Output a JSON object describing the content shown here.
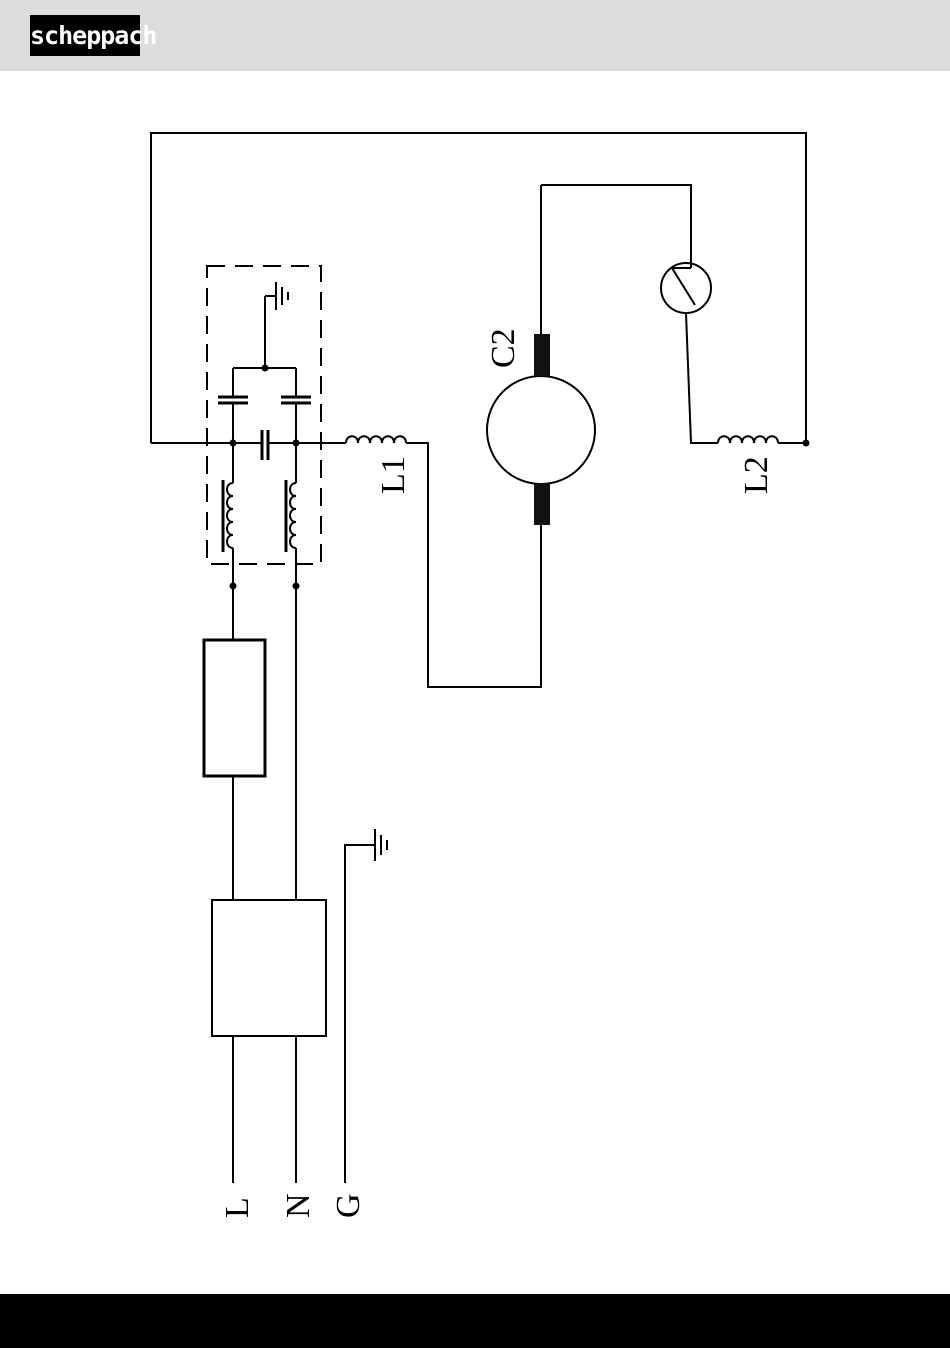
{
  "header": {
    "logo_text": "scheppach"
  },
  "diagram": {
    "labels": {
      "line": "L",
      "neutral": "N",
      "ground": "G",
      "inductor_1": "L1",
      "inductor_2": "L2",
      "motor": "C2"
    }
  }
}
